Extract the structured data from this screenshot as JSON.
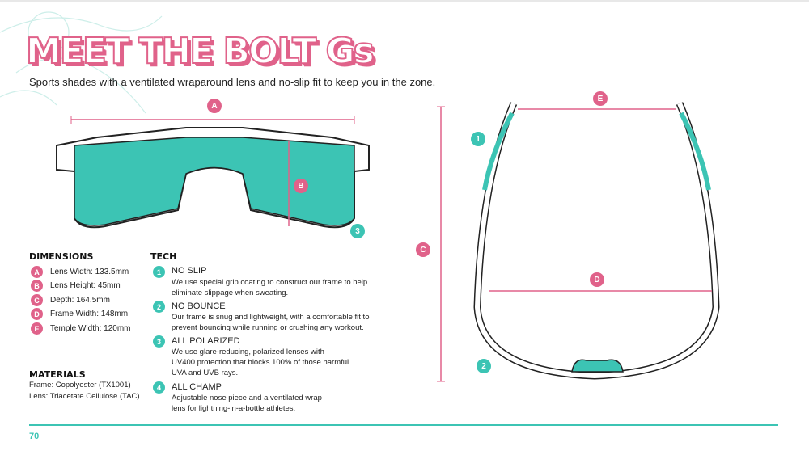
{
  "title": "MEET THE BOLT Gs",
  "subtitle": "Sports shades with a ventilated wraparound lens and no-slip fit to keep you in the zone.",
  "colors": {
    "pink": "#e0628a",
    "teal": "#3cc4b4"
  },
  "diagram_labels": {
    "a": "A",
    "b": "B",
    "c": "C",
    "d": "D",
    "e": "E",
    "one": "1",
    "two": "2",
    "three": "3"
  },
  "dimensions": {
    "heading": "DIMENSIONS",
    "items": [
      {
        "key": "A",
        "label": "Lens Width: 133.5mm"
      },
      {
        "key": "B",
        "label": "Lens Height: 45mm"
      },
      {
        "key": "C",
        "label": "Depth: 164.5mm"
      },
      {
        "key": "D",
        "label": "Frame Width: 148mm"
      },
      {
        "key": "E",
        "label": "Temple Width: 120mm"
      }
    ]
  },
  "materials": {
    "heading": "MATERIALS",
    "items": [
      "Frame: Copolyester (TX1001)",
      "Lens: Triacetate Cellulose (TAC)"
    ]
  },
  "tech": {
    "heading": "TECH",
    "items": [
      {
        "num": "1",
        "title": "NO SLIP",
        "desc": "We use special grip coating to construct our frame to help eliminate slippage when sweating."
      },
      {
        "num": "2",
        "title": "NO BOUNCE",
        "desc": "Our frame is snug and lightweight, with a comfortable fit to prevent bouncing while running or crushing any workout."
      },
      {
        "num": "3",
        "title": "ALL POLARIZED",
        "desc": "We use glare-reducing, polarized lenses with UV400 protection that blocks 100% of those harmful UVA and UVB rays."
      },
      {
        "num": "4",
        "title": "ALL CHAMP",
        "desc": "Adjustable nose piece and a ventilated wrap lens for lightning-in-a-bottle athletes."
      }
    ]
  },
  "page_number": "70"
}
